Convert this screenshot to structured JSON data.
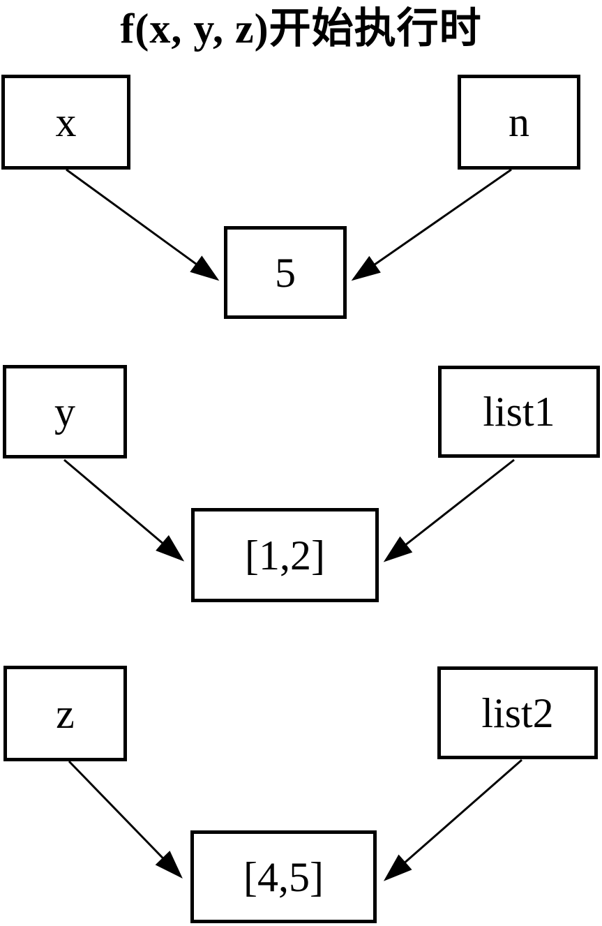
{
  "title": "f(x, y, z)开始执行时",
  "diagram": {
    "description": "Variable reference diagram at the start of executing f(x, y, z)",
    "colors": {
      "line": "#000000",
      "background": "#ffffff",
      "text": "#000000"
    },
    "nodes": {
      "x": {
        "label": "x",
        "kind": "parameter"
      },
      "n": {
        "label": "n",
        "kind": "caller-variable"
      },
      "five": {
        "label": "5",
        "kind": "value"
      },
      "y": {
        "label": "y",
        "kind": "parameter"
      },
      "list1": {
        "label": "list1",
        "kind": "caller-variable"
      },
      "val12": {
        "label": "[1,2]",
        "kind": "value"
      },
      "z": {
        "label": "z",
        "kind": "parameter"
      },
      "list2": {
        "label": "list2",
        "kind": "caller-variable"
      },
      "val45": {
        "label": "[4,5]",
        "kind": "value"
      }
    },
    "edges": [
      {
        "from": "x",
        "to": "five"
      },
      {
        "from": "n",
        "to": "five"
      },
      {
        "from": "y",
        "to": "val12"
      },
      {
        "from": "list1",
        "to": "val12"
      },
      {
        "from": "z",
        "to": "val45"
      },
      {
        "from": "list2",
        "to": "val45"
      }
    ]
  }
}
